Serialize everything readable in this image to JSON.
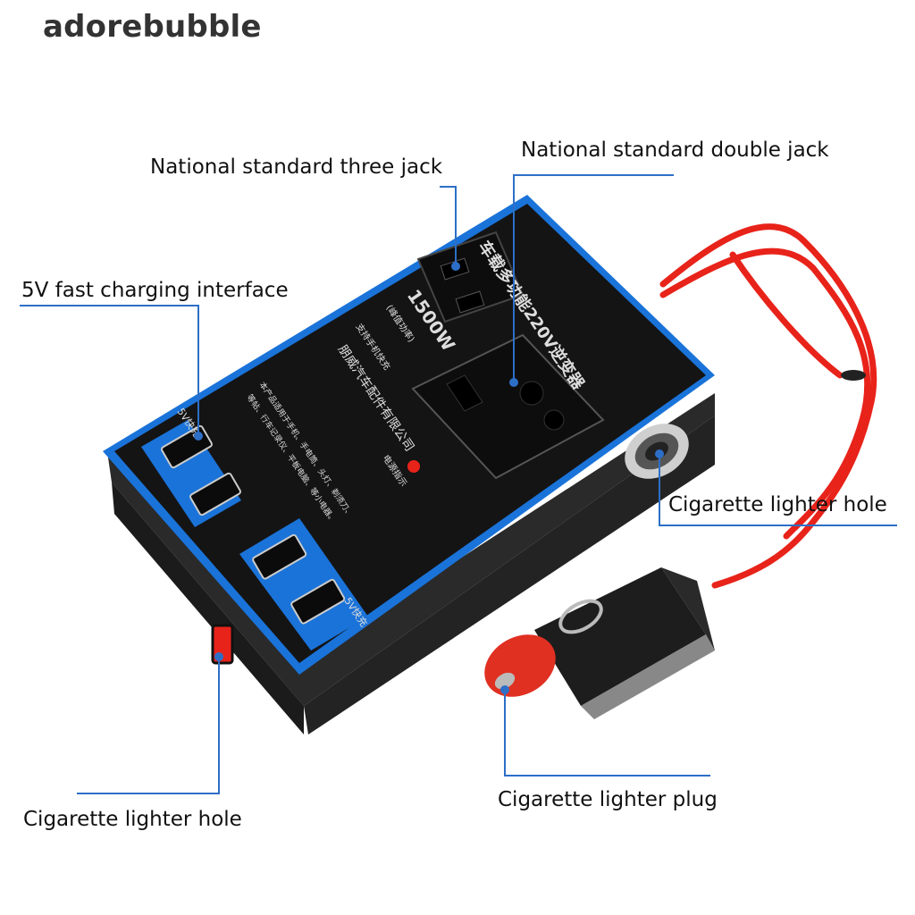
{
  "brand": "adorebubble",
  "colors": {
    "accent_blue": "#1a73d9",
    "body_black": "#151515",
    "cable_red": "#e8231a",
    "label_line": "#2d6fc7"
  },
  "labels": {
    "three_jack": "National standard three jack",
    "double_jack": "National standard double jack",
    "usb_interface": "5V fast charging interface",
    "lighter_hole_right": "Cigarette lighter hole",
    "lighter_hole_left": "Cigarette lighter hole",
    "lighter_plug": "Cigarette lighter plug"
  },
  "device": {
    "title": "车载多功能220V逆变器",
    "power": "1500W",
    "power_note": "(峰值功率)",
    "fast_charge_note": "支持手机快充",
    "company": "朋威汽车配件有限公司",
    "usage_line1": "本产品适用于手机、手电筒、头灯、剃须刀、",
    "usage_line2": "等帖、行车记录仪、平板电脑、等小电器。",
    "indicator": "电源指示",
    "usb_badge_top": "5V快充",
    "usb_badge_bottom": "5V快充"
  }
}
